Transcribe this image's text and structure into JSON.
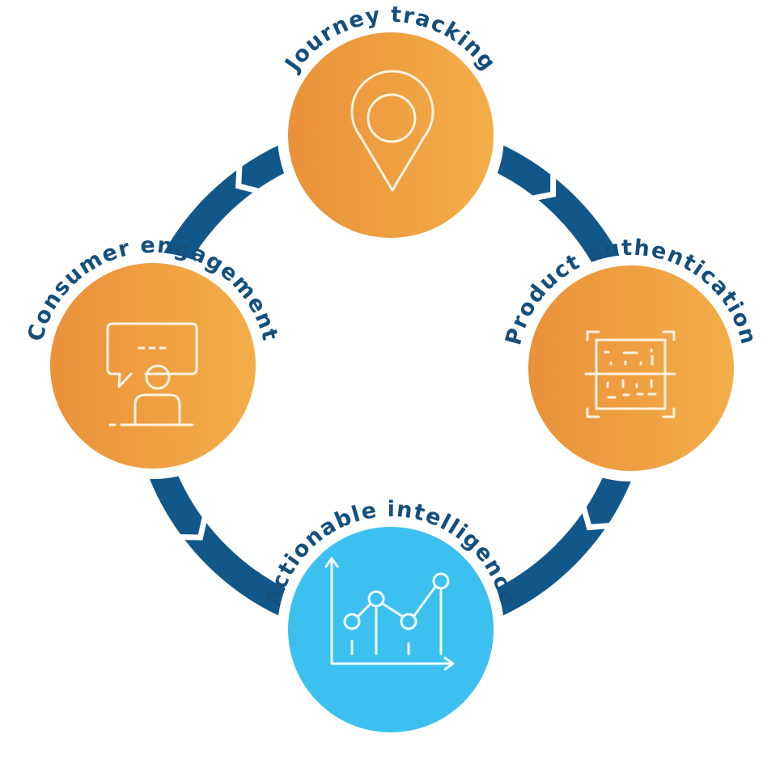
{
  "colors": {
    "ring": "#12578a",
    "label": "#154f7c",
    "orange_start": "#ea913a",
    "orange_end": "#f3ae48",
    "blue_circle": "#3cc0ef"
  },
  "stages": [
    {
      "label": "Journey tracking",
      "icon": "map-pin-icon"
    },
    {
      "label": "Product authentication",
      "icon": "scan-code-icon"
    },
    {
      "label": "Actionable intelligence",
      "icon": "line-chart-icon"
    },
    {
      "label": "Consumer engagement",
      "icon": "chat-person-icon"
    }
  ]
}
